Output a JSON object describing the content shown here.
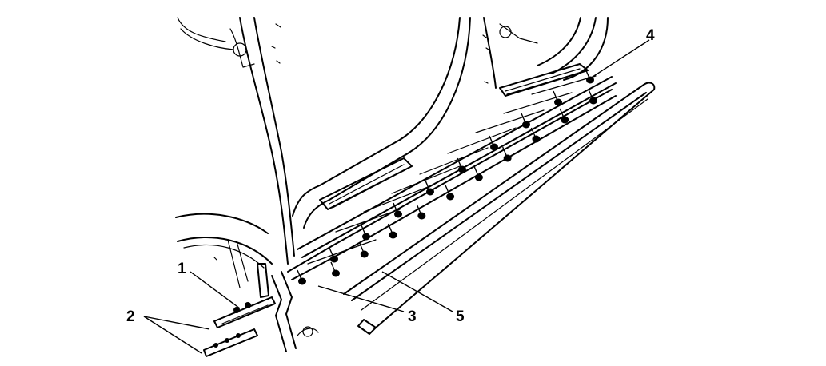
{
  "diagram": {
    "callouts": [
      {
        "id": "1",
        "text": "1"
      },
      {
        "id": "2",
        "text": "2"
      },
      {
        "id": "3",
        "text": "3"
      },
      {
        "id": "4",
        "text": "4"
      },
      {
        "id": "5",
        "text": "5"
      }
    ],
    "fastener_count": 20
  }
}
